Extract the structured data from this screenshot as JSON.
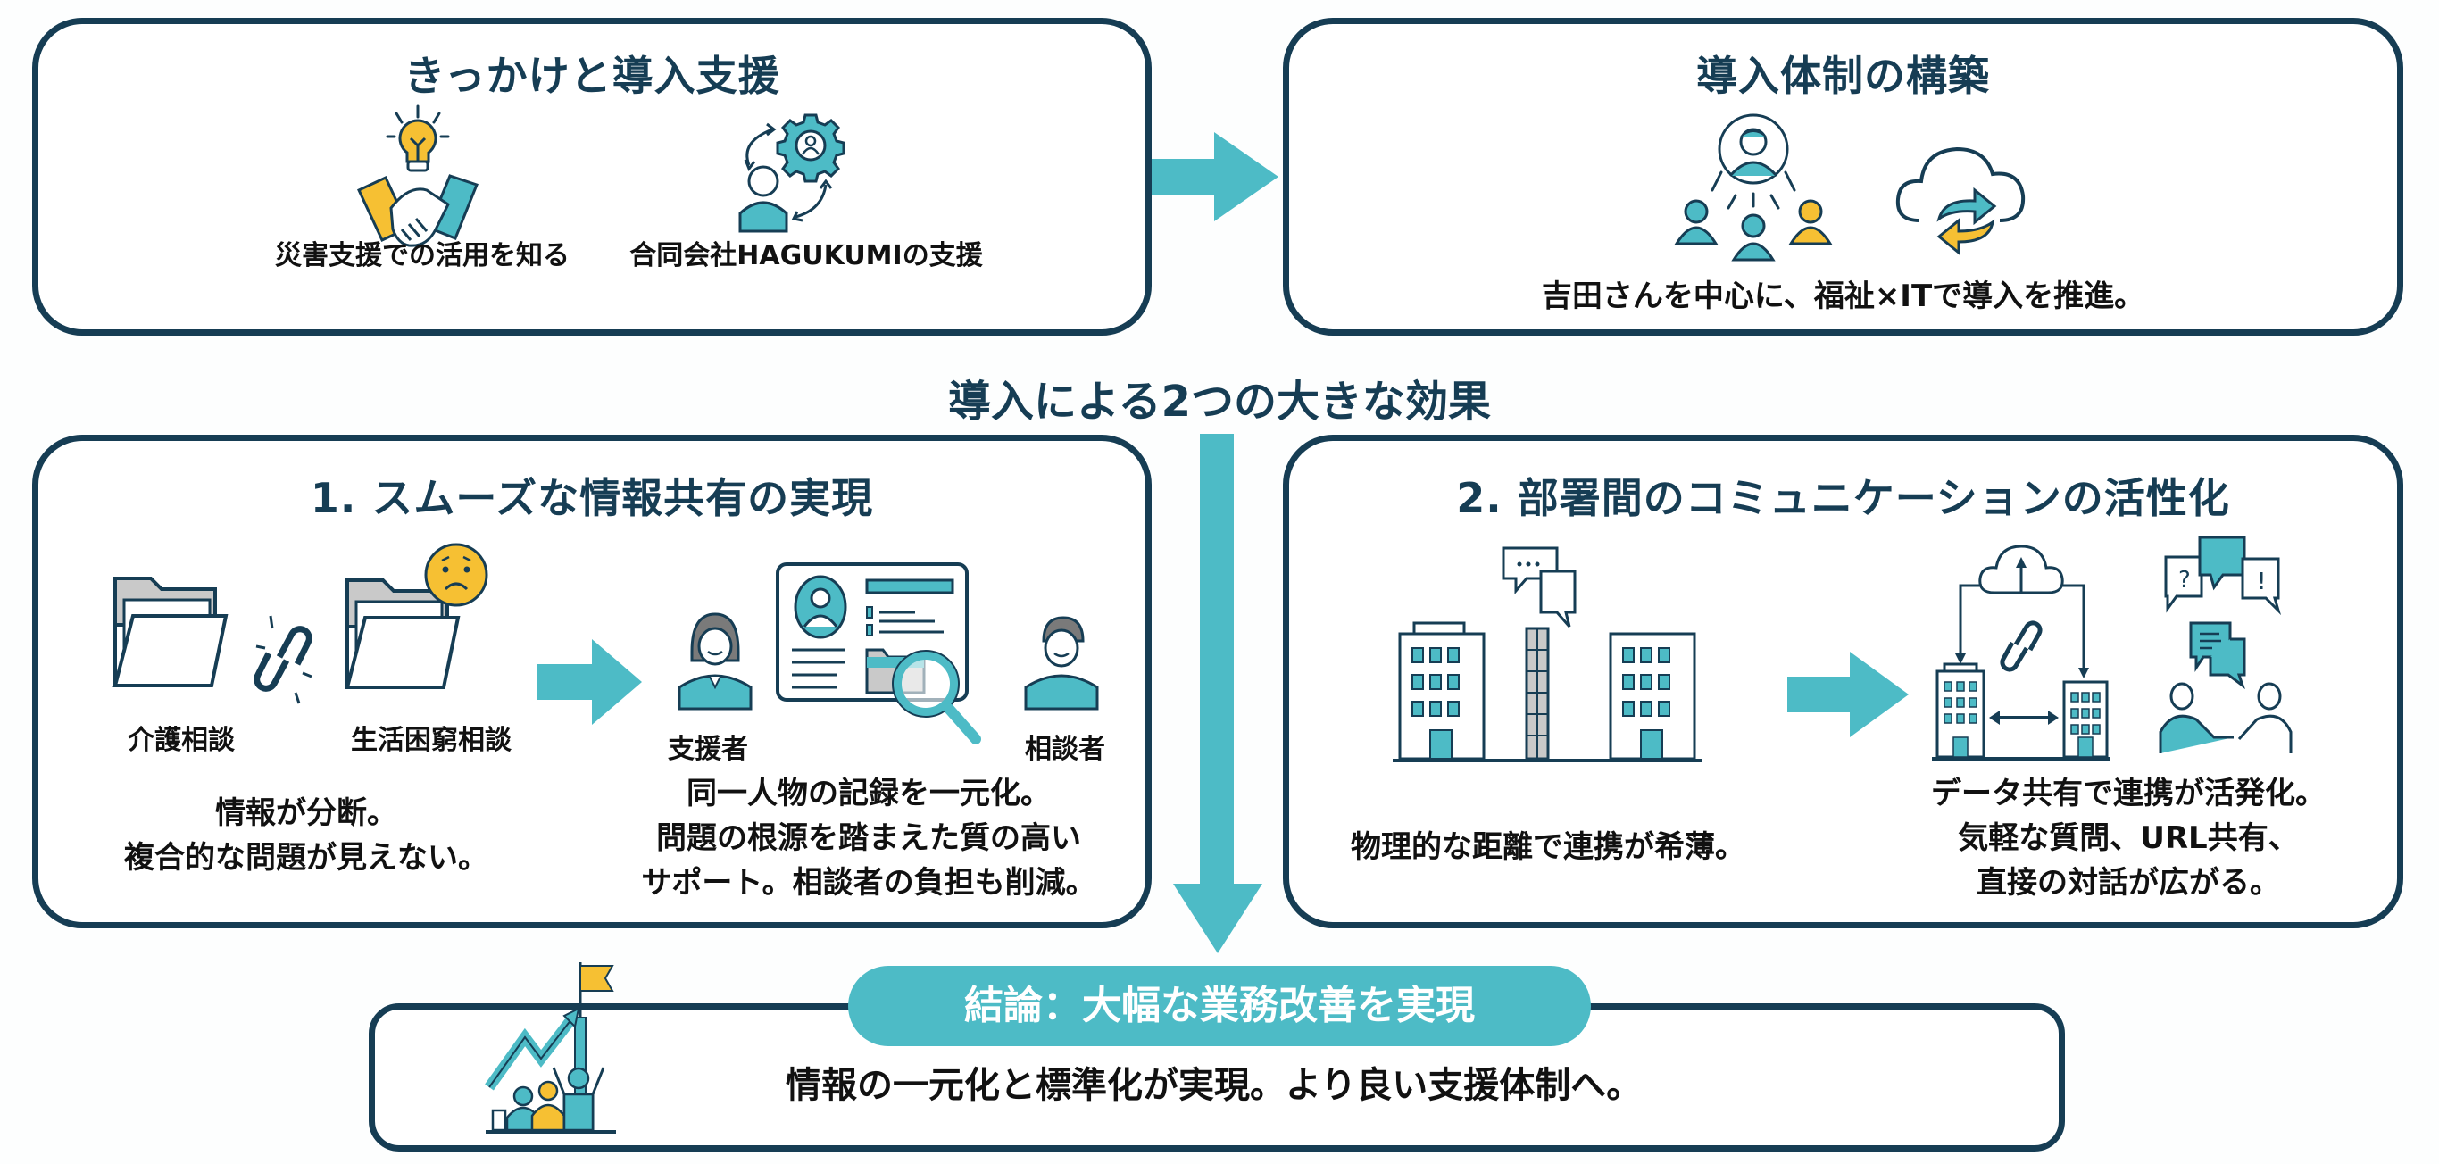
{
  "colors": {
    "navy": "#163d54",
    "teal": "#4dbbc6",
    "yellow": "#f6c033",
    "gray": "#c9c9c9"
  },
  "trigger": {
    "title": "きっかけと導入支援",
    "items": [
      {
        "icon": "lightbulb-handshake-icon",
        "label": "災害支援での活用を知る"
      },
      {
        "icon": "gear-person-cycle-icon",
        "label": "合同会社HAGUKUMIの支援"
      }
    ]
  },
  "setup": {
    "title": "導入体制の構築",
    "icons": [
      "team-leader-icon",
      "cloud-sync-icon"
    ],
    "text": "吉田さんを中心に、福祉×ITで導入を推進。"
  },
  "effects": {
    "heading": "導入による2つの大きな効果",
    "effect1": {
      "title": "1. スムーズな情報共有の実現",
      "before": {
        "folders": [
          "介護相談",
          "生活困窮相談"
        ],
        "lines": [
          "情報が分断。",
          "複合的な問題が見えない。"
        ]
      },
      "after": {
        "people": [
          "支援者",
          "相談者"
        ],
        "lines": [
          "同一人物の記録を一元化。",
          "問題の根源を踏まえた質の高い",
          "サポート。相談者の負担も削減。"
        ]
      }
    },
    "effect2": {
      "title": "2. 部署間のコミュニケーションの活性化",
      "before": {
        "lines": [
          "物理的な距離で連携が希薄。"
        ]
      },
      "after": {
        "lines": [
          "データ共有で連携が活発化。",
          "気軽な質問、URL共有、",
          "直接の対話が広がる。"
        ]
      }
    }
  },
  "conclusion": {
    "label": "結論：大幅な業務改善を実現",
    "text": "情報の一元化と標準化が実現。より良い支援体制へ。",
    "icon": "growth-team-flag-icon"
  }
}
